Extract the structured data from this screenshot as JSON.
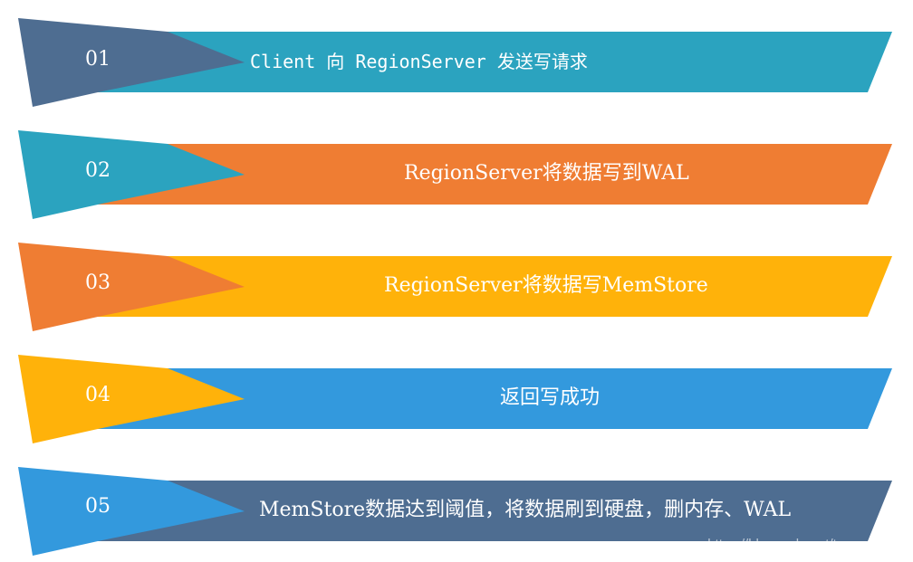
{
  "steps": [
    {
      "number": "01",
      "text": "Client 向 RegionServer 发送写请求",
      "bar_color": "#2ba3bf",
      "tip_color": "#4e6d91"
    },
    {
      "number": "02",
      "text": "RegionServer将数据写到WAL",
      "bar_color": "#ef7d33",
      "tip_color": "#2ba3bf"
    },
    {
      "number": "03",
      "text": "RegionServer将数据写MemStore",
      "bar_color": "#ffb20a",
      "tip_color": "#ef7d33"
    },
    {
      "number": "04",
      "text": "返回写成功",
      "bar_color": "#3399dd",
      "tip_color": "#ffb20a"
    },
    {
      "number": "05",
      "text": "MemStore数据达到阈值，将数据刷到硬盘，删内存、WAL",
      "bar_color": "#4e6d91",
      "tip_color": "#3399dd"
    }
  ],
  "watermark": "https://blog.csdn.net/trayvontang"
}
